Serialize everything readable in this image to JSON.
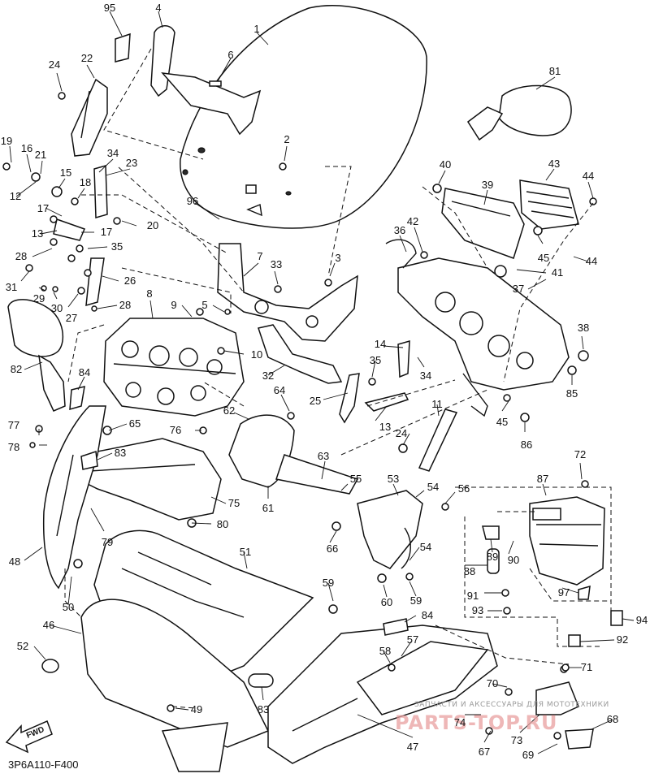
{
  "diagram": {
    "code": "3P6A110-F400",
    "fwd_label": "FWD",
    "watermark_line": "ЗАПЧАСТИ И АКСЕССУАРЫ ДЛЯ МОТОТЕХНИКИ",
    "watermark_brand": "PARTS-TOP.RU",
    "callouts": [
      "95",
      "4",
      "1",
      "6",
      "81",
      "24",
      "22",
      "2",
      "19",
      "16",
      "21",
      "18",
      "15",
      "34",
      "23",
      "40",
      "39",
      "43",
      "44",
      "12",
      "96",
      "17",
      "36",
      "42",
      "20",
      "13",
      "17",
      "45",
      "44",
      "28",
      "35",
      "33",
      "3",
      "41",
      "31",
      "26",
      "29",
      "30",
      "27",
      "28",
      "7",
      "37",
      "8",
      "9",
      "5",
      "38",
      "10",
      "14",
      "82",
      "35",
      "34",
      "84",
      "32",
      "85",
      "25",
      "11",
      "13",
      "64",
      "62",
      "45",
      "65",
      "77",
      "76",
      "86",
      "78",
      "83",
      "24",
      "72",
      "63",
      "61",
      "55",
      "53",
      "54",
      "56",
      "87",
      "75",
      "79",
      "80",
      "66",
      "89",
      "90",
      "48",
      "51",
      "88",
      "54",
      "97",
      "91",
      "59",
      "59",
      "60",
      "50",
      "93",
      "94",
      "84",
      "46",
      "92",
      "52",
      "58",
      "57",
      "71",
      "70",
      "49",
      "83",
      "74",
      "73",
      "68",
      "47",
      "67",
      "69"
    ]
  }
}
